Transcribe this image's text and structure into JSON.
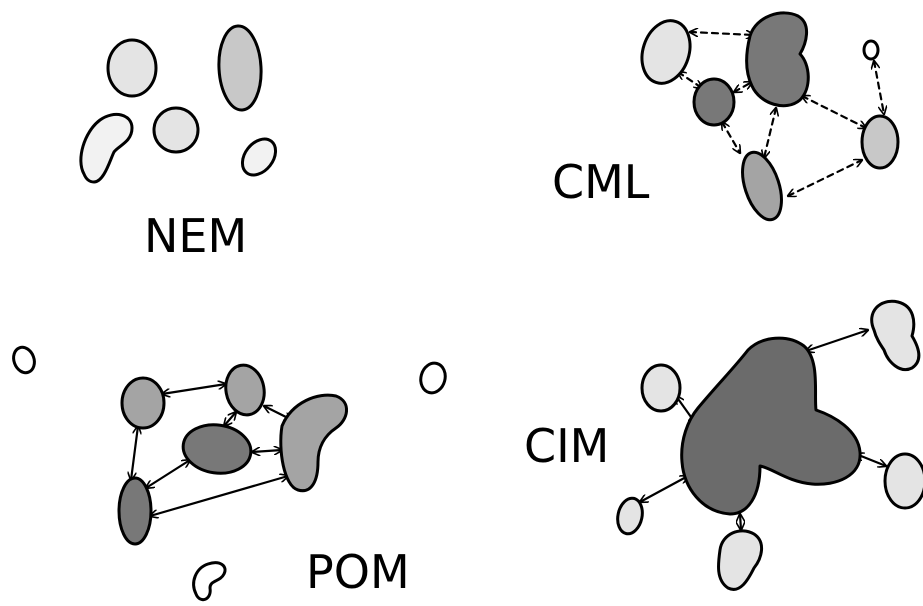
{
  "labels": {
    "nem": "NEM",
    "cml": "CML",
    "pom": "POM",
    "cim": "CIM"
  },
  "colors": {
    "light": "#e4e4e4",
    "mid_light": "#c8c8c8",
    "mid": "#a4a4a4",
    "dark": "#787878",
    "darker": "#6b6b6b",
    "outline": "#000000",
    "background": "#ffffff"
  }
}
